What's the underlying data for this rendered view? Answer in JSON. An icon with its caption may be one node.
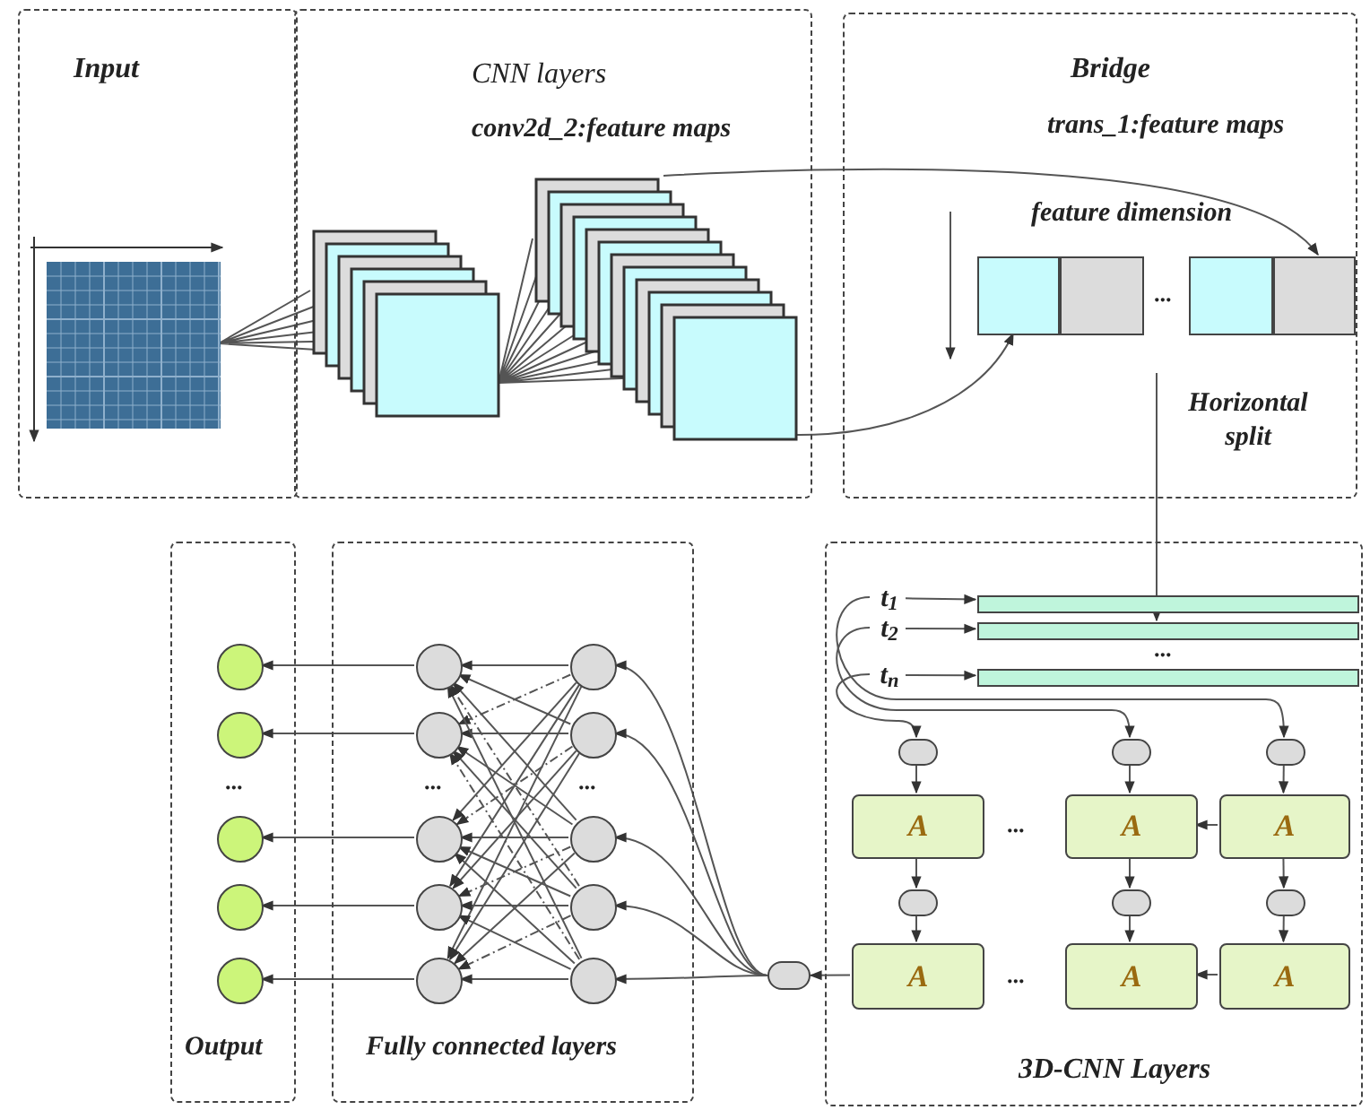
{
  "diagram": {
    "nodes": [
      {
        "text": [
          "Input"
        ]
      },
      {
        "text": [
          "CNN layers",
          "conv2d_2:feature maps"
        ]
      },
      {
        "text": [
          "Bridge",
          "trans_1:feature maps",
          "feature dimension",
          "..."
        ]
      },
      {
        "text": [
          "...",
          "Output"
        ]
      },
      {
        "text": [
          "...",
          "...",
          "Fully connected layers"
        ]
      },
      {
        "text": [
          "...",
          "...",
          "...",
          "3D-CNN Layers"
        ]
      },
      {
        "text": [],
        "shape": "picture",
        "in": 0
      },
      {
        "text": [],
        "shape": "picture",
        "in": 1
      },
      {
        "text": [],
        "shape": "picture",
        "in": 1
      },
      {
        "text": [],
        "shape": "box",
        "in": 2
      },
      {
        "text": [],
        "shape": "box",
        "in": 2
      },
      {
        "text": [],
        "shape": "box",
        "in": 2
      },
      {
        "text": [],
        "shape": "box",
        "in": 2
      },
      {
        "text": [
          "t$_{1}$"
        ],
        "in": 5
      },
      {
        "text": [
          "t$_{2}$"
        ],
        "in": 5
      },
      {
        "text": [
          "t$_{n}$"
        ],
        "in": 5
      },
      {
        "text": [],
        "shape": "bar",
        "in": 5
      },
      {
        "text": [],
        "shape": "bar",
        "in": 5
      },
      {
        "text": [],
        "shape": "bar",
        "in": 5
      },
      {
        "text": [],
        "shape": "circle",
        "in": 5
      },
      {
        "text": [],
        "shape": "circle",
        "in": 5
      },
      {
        "text": [],
        "shape": "circle",
        "in": 5
      },
      {
        "text": [
          "A"
        ],
        "in": 5
      },
      {
        "text": [
          "A"
        ],
        "in": 5
      },
      {
        "text": [
          "A"
        ],
        "in": 5
      },
      {
        "text": [],
        "shape": "circle",
        "in": 5
      },
      {
        "text": [],
        "shape": "circle",
        "in": 5
      },
      {
        "text": [],
        "shape": "circle",
        "in": 5
      },
      {
        "text": [
          "A"
        ],
        "in": 5
      },
      {
        "text": [
          "A"
        ],
        "in": 5
      },
      {
        "text": [
          "A"
        ],
        "in": 5
      },
      {
        "text": [],
        "shape": "circle"
      },
      {
        "text": [],
        "shape": "circle",
        "in": 4
      },
      {
        "text": [],
        "shape": "circle",
        "in": 4
      },
      {
        "text": [],
        "shape": "circle",
        "in": 4
      },
      {
        "text": [],
        "shape": "circle",
        "in": 4
      },
      {
        "text": [],
        "shape": "circle",
        "in": 4
      },
      {
        "text": [],
        "shape": "circle",
        "in": 4
      },
      {
        "text": [],
        "shape": "circle",
        "in": 4
      },
      {
        "text": [],
        "shape": "circle",
        "in": 4
      },
      {
        "text": [],
        "shape": "circle",
        "in": 4
      },
      {
        "text": [],
        "shape": "circle",
        "in": 4
      },
      {
        "text": [],
        "shape": "circle",
        "in": 3
      },
      {
        "text": [],
        "shape": "circle",
        "in": 3
      },
      {
        "text": [],
        "shape": "circle",
        "in": 3
      },
      {
        "text": [],
        "shape": "circle",
        "in": 3
      },
      {
        "text": [],
        "shape": "circle",
        "in": 3
      }
    ],
    "edges": [
      {
        "from": 6,
        "to": 7,
        "arrow": "none"
      },
      {
        "from": 7,
        "to": 8,
        "arrow": "none"
      },
      {
        "from": 8,
        "to": 12,
        "arrow": "to"
      },
      {
        "from": 8,
        "to": 9,
        "arrow": "to"
      },
      {
        "from": null,
        "to": 17,
        "arrow": "to",
        "label": "Horizontal split"
      },
      {
        "from": 13,
        "to": 16,
        "arrow": "to"
      },
      {
        "from": 14,
        "to": 17,
        "arrow": "to"
      },
      {
        "from": 15,
        "to": 18,
        "arrow": "to"
      },
      {
        "from": 13,
        "to": 21,
        "arrow": "to"
      },
      {
        "from": 14,
        "to": 20,
        "arrow": "to"
      },
      {
        "from": 15,
        "to": 19,
        "arrow": "to"
      },
      {
        "from": 19,
        "to": 22,
        "arrow": "to"
      },
      {
        "from": 20,
        "to": 23,
        "arrow": "to"
      },
      {
        "from": 21,
        "to": 24,
        "arrow": "to"
      },
      {
        "from": 22,
        "to": 25,
        "arrow": "to"
      },
      {
        "from": 23,
        "to": 26,
        "arrow": "to"
      },
      {
        "from": 24,
        "to": 27,
        "arrow": "to"
      },
      {
        "from": 25,
        "to": 28,
        "arrow": "to"
      },
      {
        "from": 26,
        "to": 29,
        "arrow": "to"
      },
      {
        "from": 27,
        "to": 30,
        "arrow": "to"
      },
      {
        "from": 24,
        "to": 23,
        "arrow": "to"
      },
      {
        "from": 30,
        "to": 29,
        "arrow": "to"
      },
      {
        "from": 28,
        "to": 31,
        "arrow": "to"
      },
      {
        "from": 31,
        "to": 37,
        "arrow": "to"
      },
      {
        "from": 31,
        "to": 38,
        "arrow": "to"
      },
      {
        "from": 31,
        "to": 39,
        "arrow": "to"
      },
      {
        "from": 31,
        "to": 40,
        "arrow": "to"
      },
      {
        "from": 31,
        "to": 41,
        "arrow": "to"
      },
      {
        "from": 37,
        "to": 32,
        "arrow": "to"
      },
      {
        "from": 37,
        "to": 33,
        "arrow": "to",
        "style": "dashed"
      },
      {
        "from": 37,
        "to": 34,
        "arrow": "to"
      },
      {
        "from": 37,
        "to": 35,
        "arrow": "to"
      },
      {
        "from": 37,
        "to": 36,
        "arrow": "to"
      },
      {
        "from": 38,
        "to": 32,
        "arrow": "to"
      },
      {
        "from": 38,
        "to": 33,
        "arrow": "to"
      },
      {
        "from": 38,
        "to": 34,
        "arrow": "to",
        "style": "dashed"
      },
      {
        "from": 38,
        "to": 35,
        "arrow": "to"
      },
      {
        "from": 38,
        "to": 36,
        "arrow": "to"
      },
      {
        "from": 39,
        "to": 32,
        "arrow": "to"
      },
      {
        "from": 39,
        "to": 33,
        "arrow": "to"
      },
      {
        "from": 39,
        "to": 34,
        "arrow": "to"
      },
      {
        "from": 39,
        "to": 35,
        "arrow": "to",
        "style": "dashed"
      },
      {
        "from": 39,
        "to": 36,
        "arrow": "to"
      },
      {
        "from": 40,
        "to": 32,
        "arrow": "to",
        "style": "dashed"
      },
      {
        "from": 40,
        "to": 33,
        "arrow": "to"
      },
      {
        "from": 40,
        "to": 34,
        "arrow": "to"
      },
      {
        "from": 40,
        "to": 35,
        "arrow": "to"
      },
      {
        "from": 40,
        "to": 36,
        "arrow": "to",
        "style": "dashed"
      },
      {
        "from": 41,
        "to": 32,
        "arrow": "to"
      },
      {
        "from": 41,
        "to": 33,
        "arrow": "to",
        "style": "dashed"
      },
      {
        "from": 41,
        "to": 34,
        "arrow": "to"
      },
      {
        "from": 41,
        "to": 35,
        "arrow": "to"
      },
      {
        "from": 41,
        "to": 36,
        "arrow": "to"
      },
      {
        "from": 32,
        "to": 42,
        "arrow": "to"
      },
      {
        "from": 33,
        "to": 43,
        "arrow": "to"
      },
      {
        "from": 34,
        "to": 44,
        "arrow": "to"
      },
      {
        "from": 35,
        "to": 45,
        "arrow": "to"
      },
      {
        "from": 36,
        "to": 46,
        "arrow": "to"
      }
    ]
  }
}
